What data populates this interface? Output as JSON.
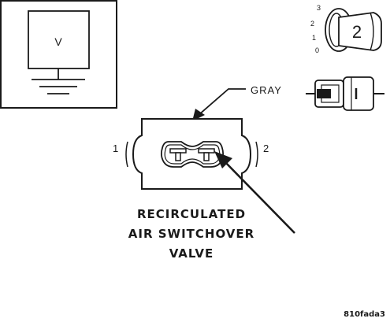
{
  "meter": {
    "symbol": "V"
  },
  "key_position": {
    "scale_labels": [
      "3",
      "2",
      "1",
      "0"
    ],
    "selected": "2"
  },
  "connector": {
    "color_label": "GRAY",
    "pin_left": "1",
    "pin_right": "2"
  },
  "component": {
    "line1": "RECIRCULATED",
    "line2": "AIR SWITCHOVER",
    "line3": "VALVE"
  },
  "figure_id": "810fada3"
}
